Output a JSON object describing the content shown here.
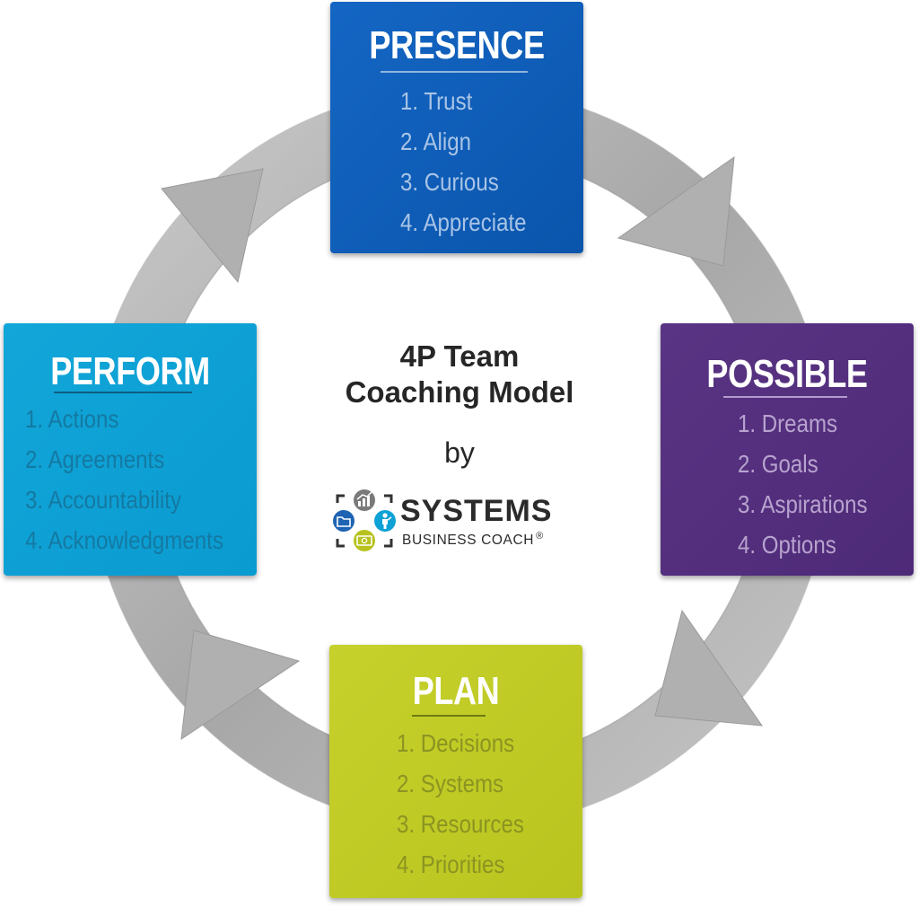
{
  "center": {
    "title_line1": "4P Team",
    "title_line2": "Coaching Model",
    "by": "by"
  },
  "logo": {
    "name": "SYSTEMS",
    "subtitle": "BUSINESS COACH",
    "registered": "®",
    "icons": [
      "chart-icon",
      "folder-icon",
      "person-icon",
      "money-icon"
    ]
  },
  "stages": {
    "presence": {
      "title": "PRESENCE",
      "items": [
        "1. Trust",
        "2. Align",
        "3. Curious",
        "4. Appreciate"
      ],
      "color": "#0d5bb5"
    },
    "possible": {
      "title": "POSSIBLE",
      "items": [
        "1. Dreams",
        "2. Goals",
        "3. Aspirations",
        "4. Options"
      ],
      "color": "#52307e"
    },
    "plan": {
      "title": "PLAN",
      "items": [
        "1. Decisions",
        "2. Systems",
        "3. Resources",
        "4. Priorities"
      ],
      "color": "#c0ca25"
    },
    "perform": {
      "title": "PERFORM",
      "items": [
        "1. Actions",
        "2. Agreements",
        "3. Accountability",
        "4. Acknowledgments"
      ],
      "color": "#0ea1d5"
    }
  },
  "cycle": {
    "direction": "clockwise",
    "ring_color": "#b5b5b5"
  }
}
